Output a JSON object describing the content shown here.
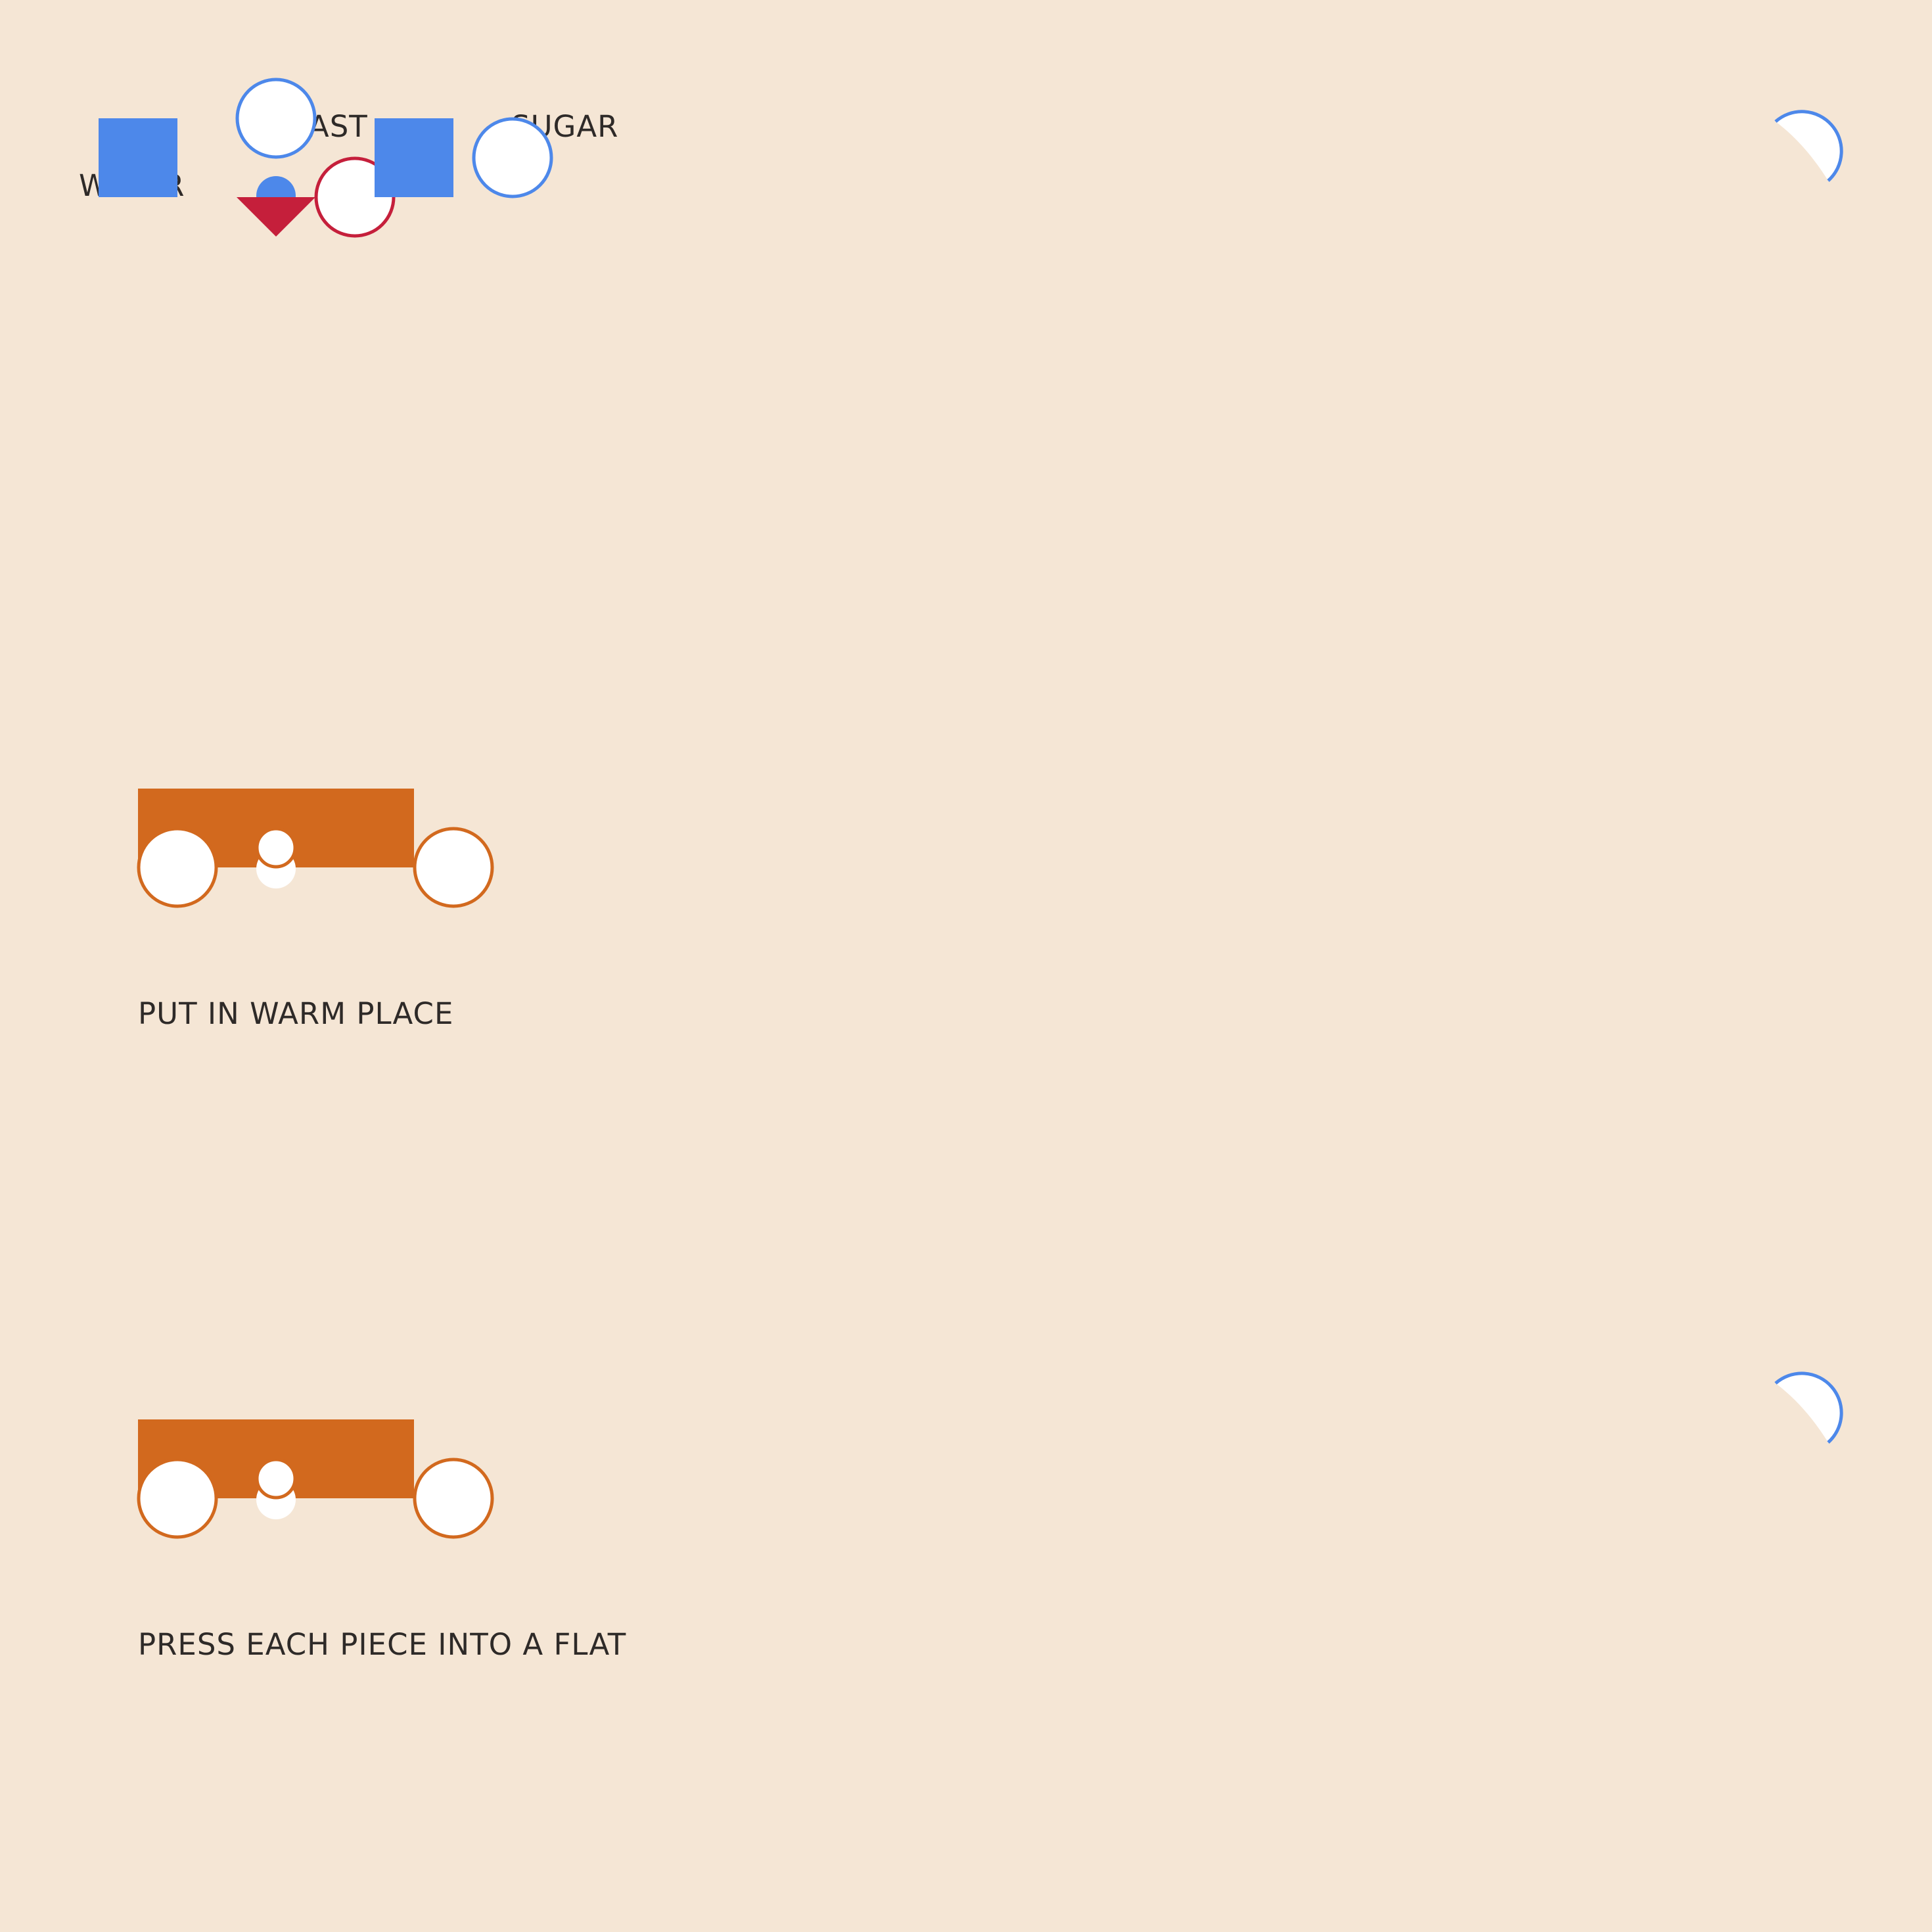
{
  "colors": {
    "background": "#f5e6d5",
    "text": "#2e2a28",
    "blue": "#4d88ea",
    "red": "#c51f3b",
    "orange": "#d2691e",
    "white": "#ffffff"
  },
  "ingredients": {
    "water_label": "WATER",
    "yeast_label": "YEAST",
    "sugar_label": "SUGAR"
  },
  "steps": [
    {
      "instruction": "PUT IN WARM PLACE"
    },
    {
      "instruction": "PRESS EACH PIECE INTO A FLAT"
    }
  ],
  "icons": {
    "water": "water-square-icon",
    "yeast": "yeast-token-icon",
    "sugar": "sugar-square-icon",
    "timer": "timer-icon",
    "tray": "baking-tray-icon"
  }
}
